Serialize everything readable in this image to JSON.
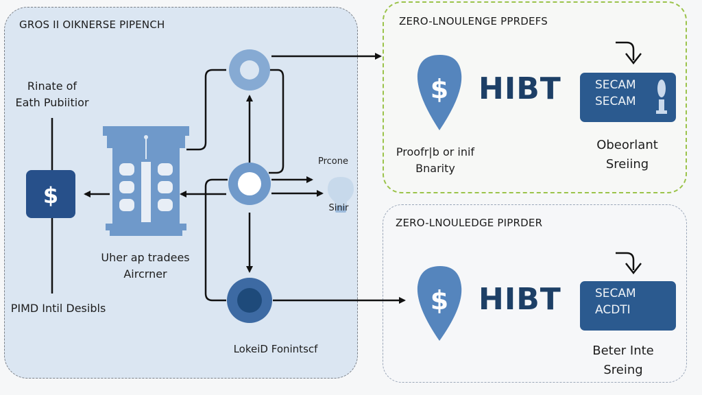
{
  "left_panel": {
    "title": "GROS II OIKNERSE PIPENCH",
    "rate_label": [
      "Rinate of",
      "Eath Pubiitior"
    ],
    "bottom_left_label": "PIMD Intil Desibls",
    "column_label": [
      "Uher ap tradees",
      "Aircrner"
    ],
    "side_label": [
      "Prcone",
      "Sinir"
    ],
    "node_label": "LokeiD Fonintscf",
    "icons": {
      "money": "dollar-square-icon",
      "column": "bank-column-icon",
      "bulb": "lightbulb-icon"
    }
  },
  "top_right_panel": {
    "title": "ZERO-LNOULENGE PPRDEFS",
    "brand": "HIBT",
    "badge_lines": [
      "SECAM",
      "SECAM"
    ],
    "left_caption": [
      "Proofr|b or inif",
      "Bnarity"
    ],
    "right_caption": [
      "Obeorlant",
      "Sreiing"
    ]
  },
  "bottom_right_panel": {
    "title": "ZERO-LNOULEDGE PIPRDER",
    "brand": "HIBT",
    "badge_lines": [
      "SECAM",
      "ACDTI"
    ],
    "right_caption": [
      "Beter Inte",
      "Sreing"
    ]
  },
  "colors": {
    "dark_blue": "#2b5a8f",
    "mid_blue": "#5b8ac2",
    "light_blue": "#86aad3",
    "brand_text": "#1d3f66",
    "green_dash": "#9bc34a"
  }
}
